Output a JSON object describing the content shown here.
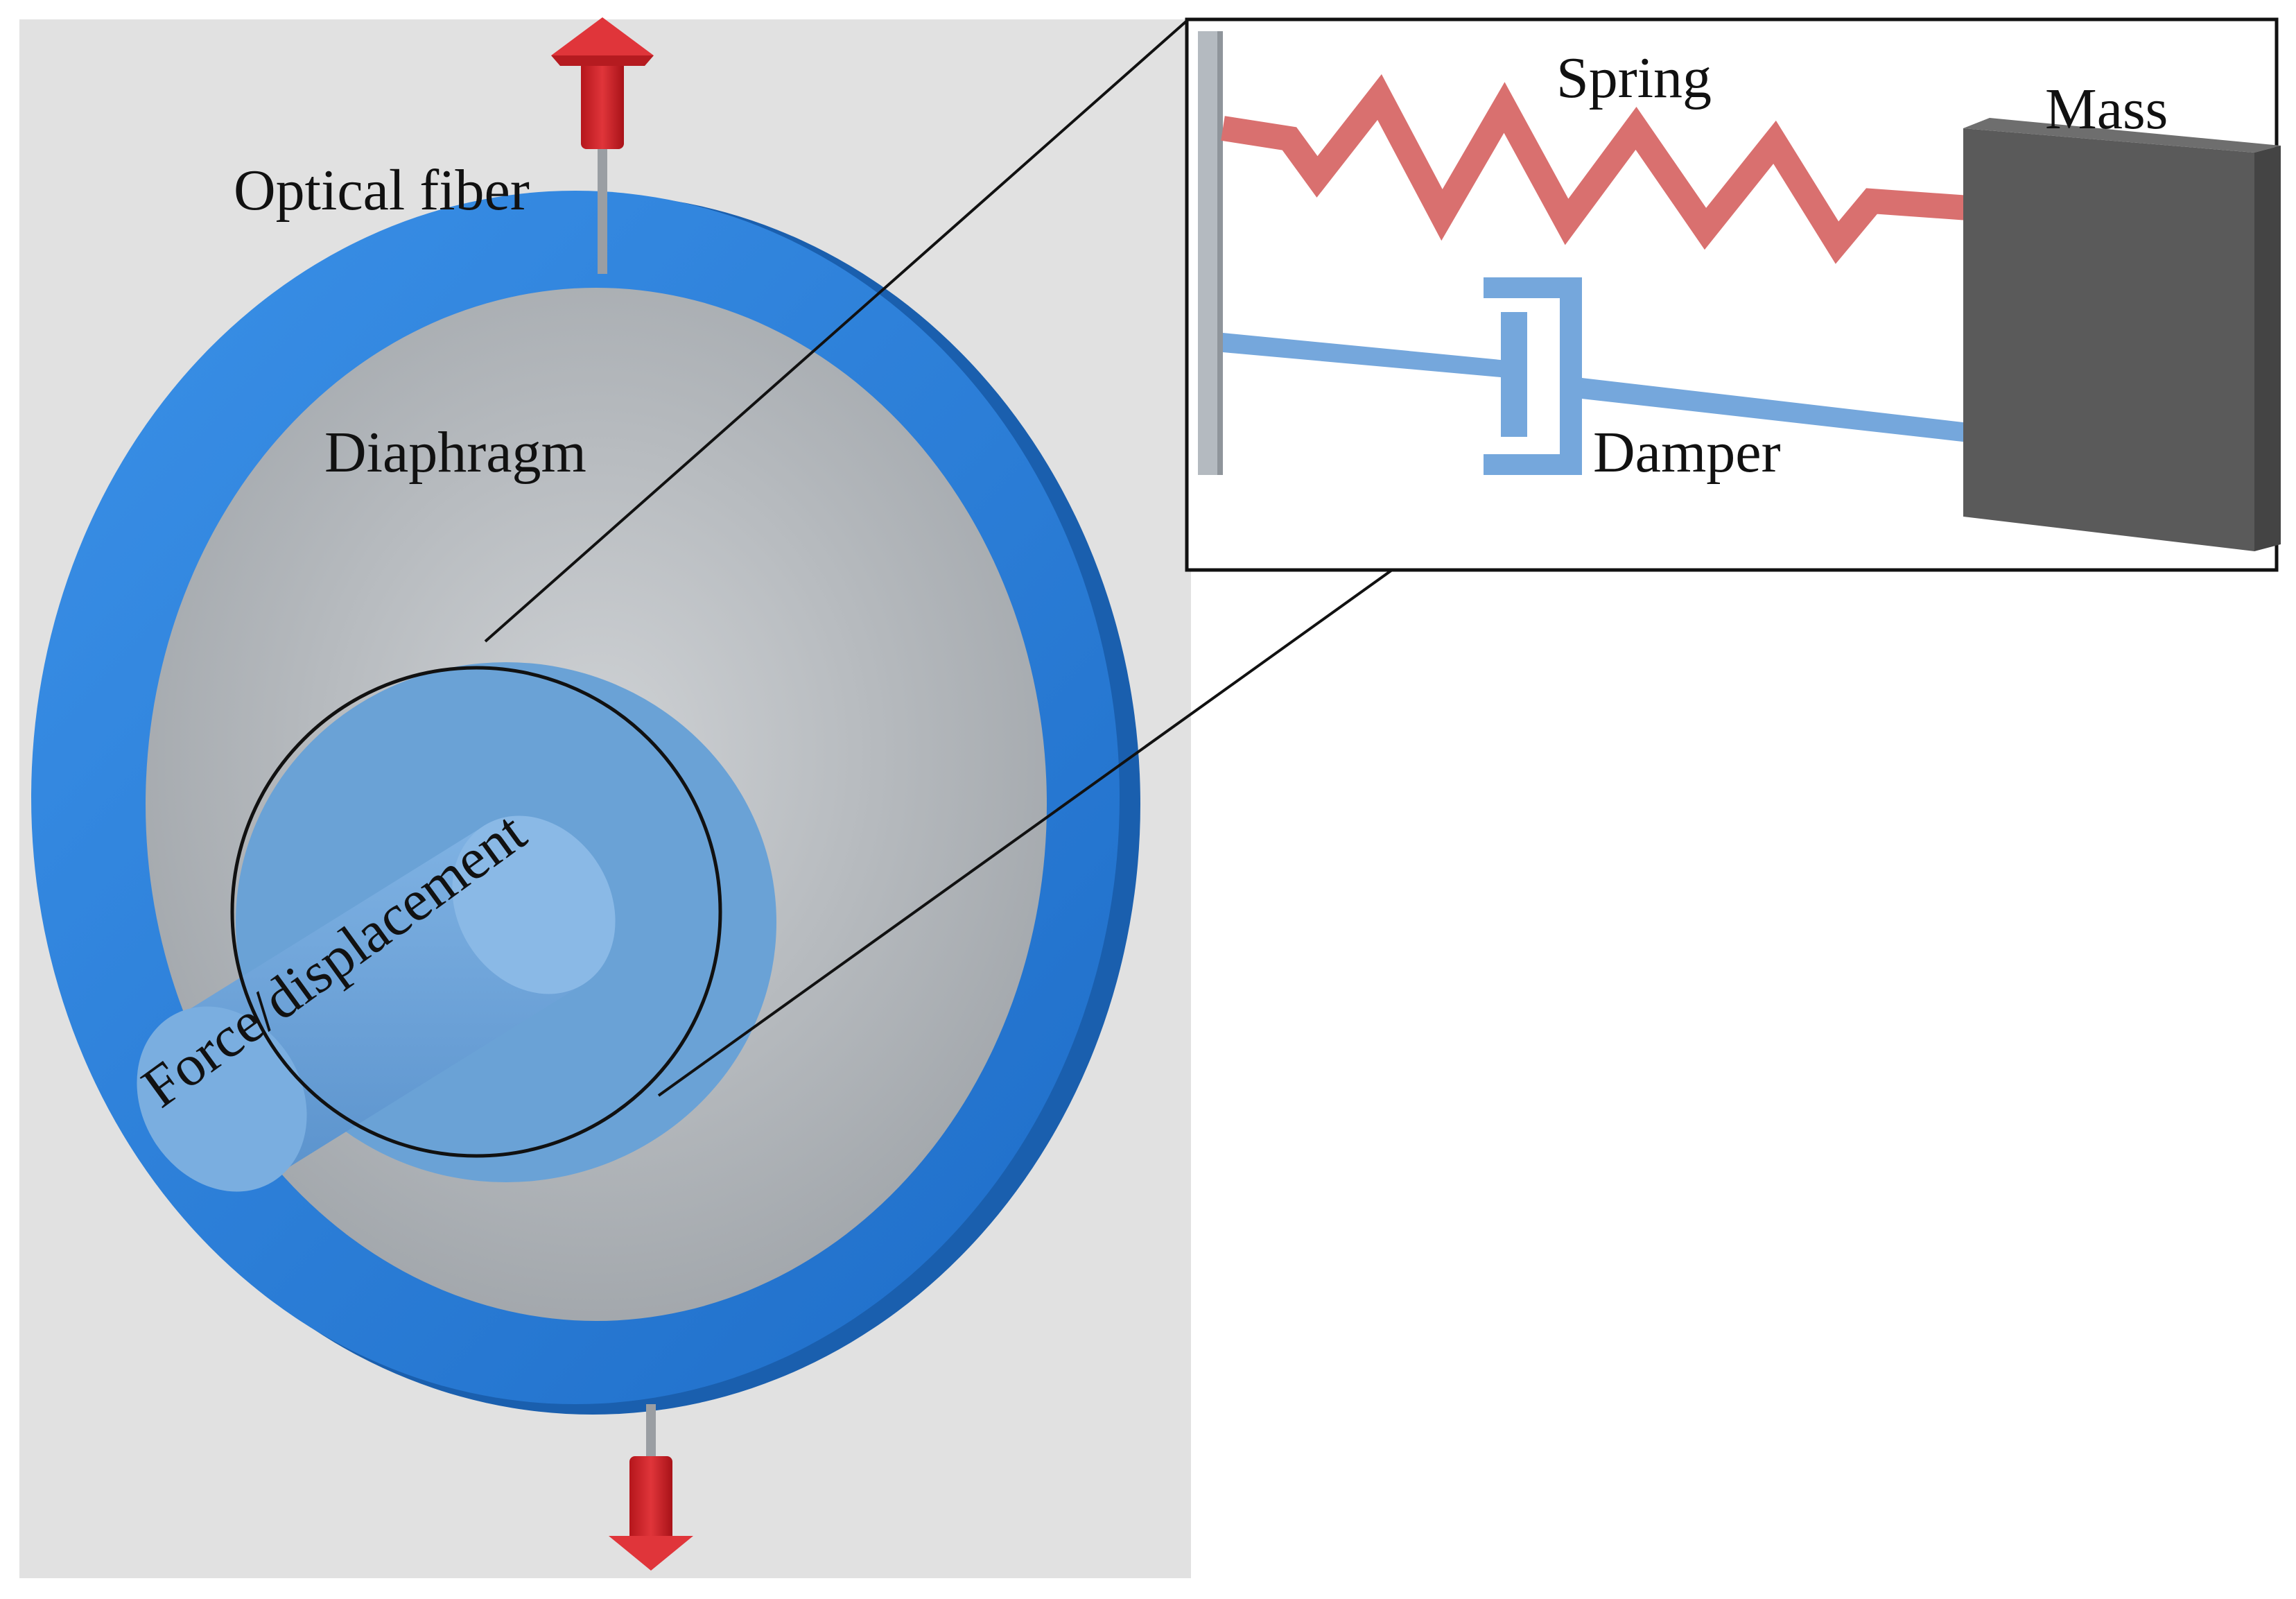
{
  "labels": {
    "optical_fiber": "Optical fiber",
    "diaphragm": "Diaphragm",
    "force_displacement": "Force/displacement",
    "spring": "Spring",
    "mass": "Mass",
    "damper": "Damper"
  },
  "colors": {
    "background_panel": "#e1e1e1",
    "ring_blue": "#2b7fd9",
    "ring_blue_dark": "#1a63b8",
    "diaphragm_gray": "#b8bcc0",
    "boss_blue": "#67a1d8",
    "arrow_red": "#d9252b",
    "spring_red": "#d9706f",
    "damper_blue": "#75a7dc",
    "mass_gray": "#5a5a5a",
    "wall_gray": "#b6bcc2"
  }
}
